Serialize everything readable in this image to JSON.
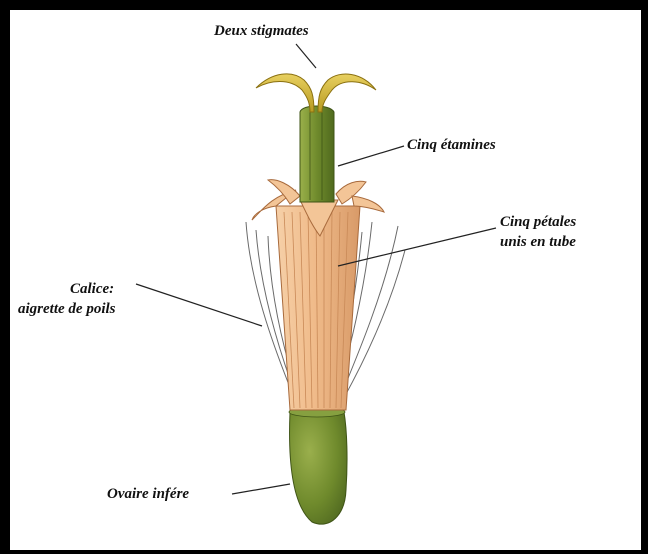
{
  "diagram": {
    "labels": {
      "stigmas": "Deux stigmates",
      "stamens": "Cinq étamines",
      "petals_line1": "Cinq pétales",
      "petals_line2": "unis en tube",
      "calyx_line1": "Calice:",
      "calyx_line2": "aigrette  de poils",
      "ovary": "Ovaire infére"
    },
    "colors": {
      "frame": "#000000",
      "stigma": "#d8c03a",
      "stamen_tube": "#7a9230",
      "petal_tube": "#f1bf8e",
      "ovary": "#6f8a2c",
      "pappus_hairs": "#6a6a6a",
      "leader_lines": "#222222"
    }
  }
}
